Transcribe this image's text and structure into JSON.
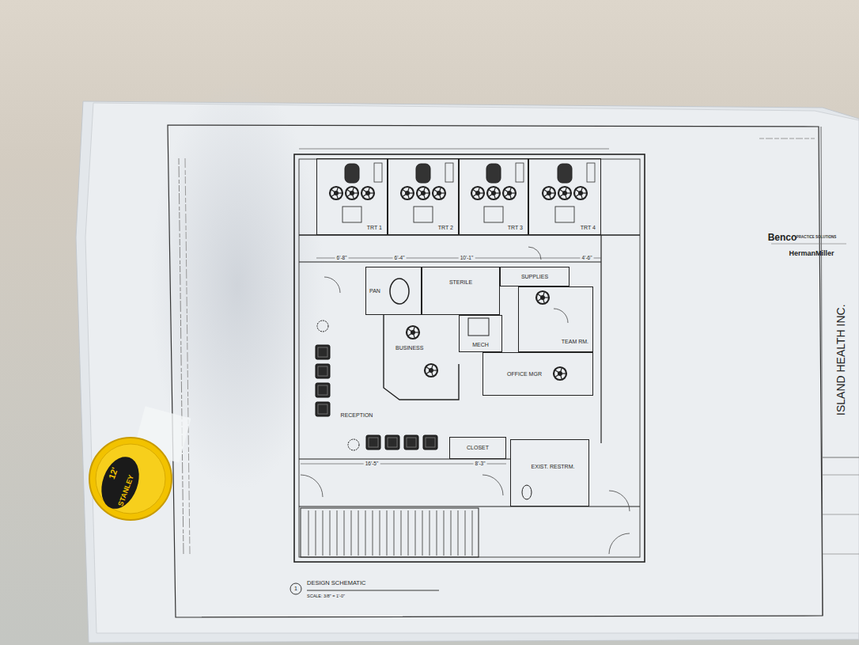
{
  "diagram": {
    "title": "DESIGN SCHEMATIC",
    "nodes": [
      {
        "text": [
          "TRT 1"
        ]
      },
      {
        "text": [
          "TRT 2"
        ]
      },
      {
        "text": [
          "TRT 3"
        ]
      },
      {
        "text": [
          "TRT 4"
        ]
      },
      {
        "text": [
          "PAN"
        ]
      },
      {
        "text": [
          "STERILE"
        ]
      },
      {
        "text": [
          "SUPPLIES"
        ]
      },
      {
        "text": [
          "BUSINESS"
        ]
      },
      {
        "text": [
          "MECH"
        ]
      },
      {
        "text": [
          "TEAM RM."
        ]
      },
      {
        "text": [
          "OFFICE MGR"
        ]
      },
      {
        "text": [
          "RECEPTION"
        ]
      },
      {
        "text": [
          "CLOSET"
        ]
      },
      {
        "text": [
          "EXIST. RESTRM."
        ]
      },
      {
        "text": [
          "ISLAND HEALTH INC."
        ]
      }
    ],
    "labels": [
      "6'-8\"",
      "6'-4\"",
      "10'-1\"",
      "4'-6\"",
      "16'-5\"",
      "8'-3\"",
      "SCALE: 3/8\" = 1'-0\"",
      "1",
      "Benco",
      "PRACTICE SOLUTIONS",
      "HermanMiller",
      "STANLEY",
      "12'"
    ]
  }
}
